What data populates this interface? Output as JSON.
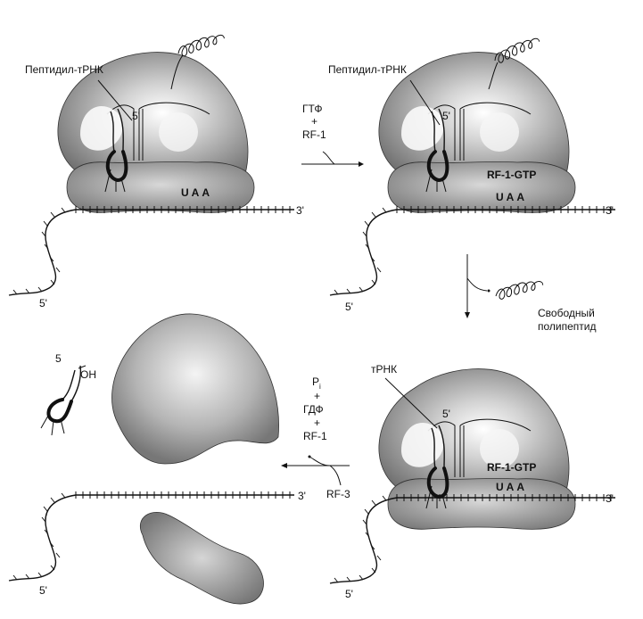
{
  "labels": {
    "peptidyl_trna": "Пептидил-тРНК",
    "trna": "тРНК",
    "five_prime": "5'",
    "three_prime": "3'",
    "five": "5",
    "oh": "OH",
    "codon": "UAA",
    "rf1_gtp": "RF-1-GTP",
    "free_polypeptide_1": "Свободный",
    "free_polypeptide_2": "полипептид"
  },
  "step1": {
    "line1": "ГТФ",
    "plus": "+",
    "line2": "RF-1"
  },
  "step3": {
    "line1": "P",
    "sub": "i",
    "plus": "+",
    "line2": "ГДФ",
    "line3": "RF-1",
    "leaving": "RF-3"
  }
}
